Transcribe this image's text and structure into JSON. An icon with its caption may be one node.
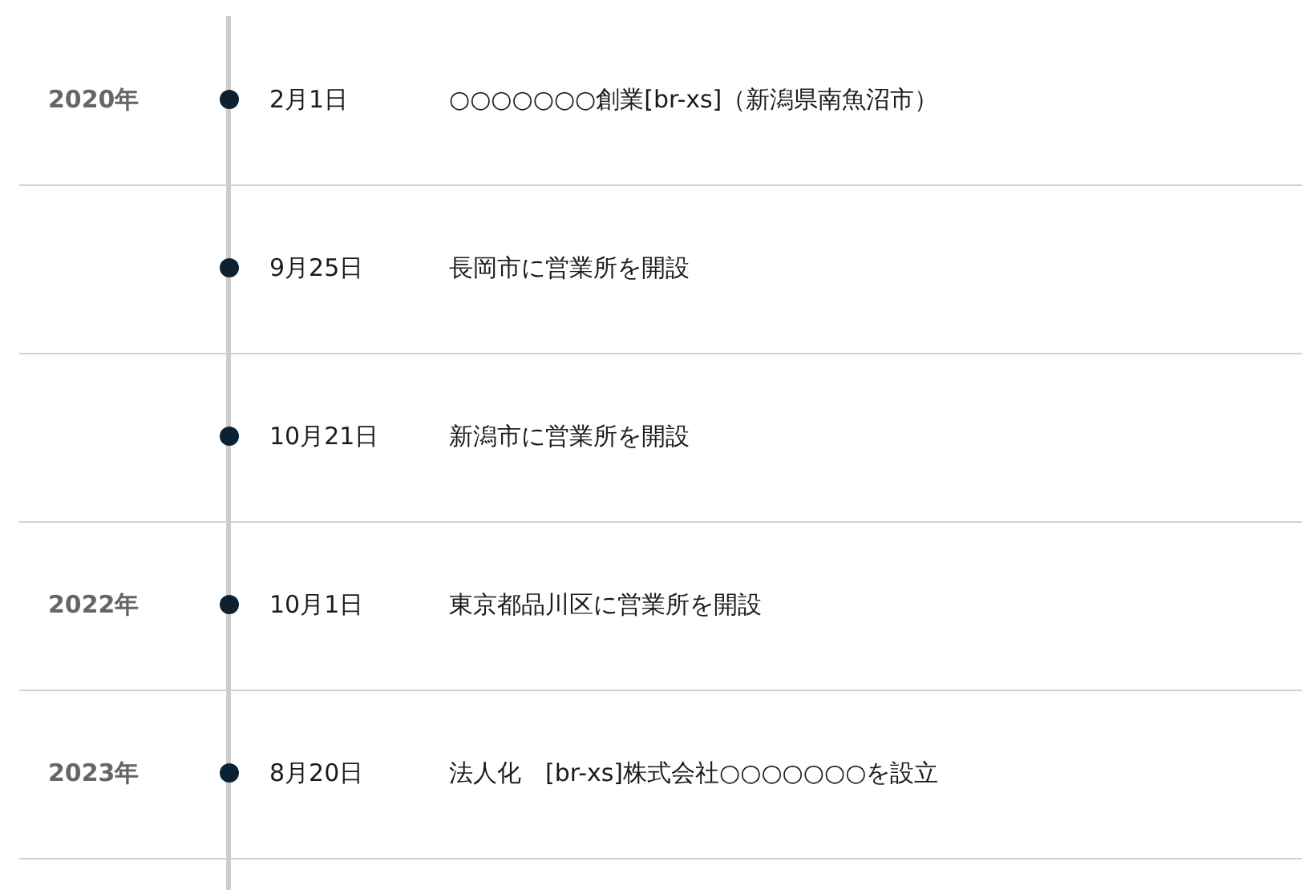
{
  "diagram": {
    "labels": [
      "2020年",
      "2月1日",
      "○○○○○○○創業[br-xs]（新潟県南魚沼市）",
      "9月25日",
      "長岡市に営業所を開設",
      "10月21日",
      "新潟市に営業所を開設",
      "2022年",
      "10月1日",
      "東京都品川区に営業所を開設",
      "2023年",
      "8月20日",
      "法人化　[br-xs]株式会社○○○○○○○を設立"
    ]
  }
}
